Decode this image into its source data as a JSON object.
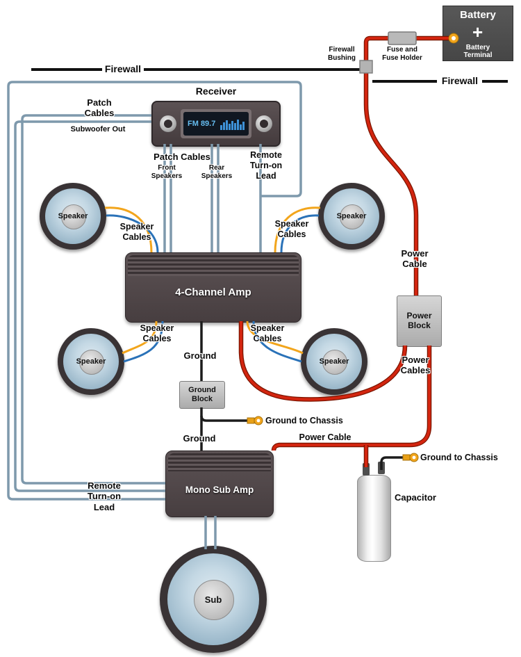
{
  "colors": {
    "wire_steel": "#7e99ac",
    "wire_yellow": "#f2a51c",
    "wire_blue": "#2a72b8",
    "wire_red": "#d3250f",
    "component_dark": "#4e4547",
    "block_gray": "#bebebe"
  },
  "battery": {
    "title": "Battery",
    "plus": "+",
    "terminal_label": "Battery\nTerminal"
  },
  "fuse": {
    "label": "Fuse and\nFuse Holder"
  },
  "firewall": {
    "left": "Firewall",
    "right": "Firewall",
    "bushing": "Firewall\nBushing"
  },
  "receiver": {
    "title": "Receiver",
    "display": "FM 89.7",
    "spectrum_bars": [
      7,
      11,
      14,
      9,
      13,
      10,
      15,
      8,
      12
    ],
    "patch_left_label": "Patch\nCables",
    "subwoofer_out": "Subwoofer Out"
  },
  "patch_center": {
    "label": "Patch Cables",
    "front": "Front\nSpeakers",
    "rear": "Rear\nSpeakers"
  },
  "remote_top": "Remote\nTurn-on\nLead",
  "remote_bottom": "Remote\nTurn-on\nLead",
  "speakers": [
    {
      "label": "Speaker"
    },
    {
      "label": "Speaker"
    },
    {
      "label": "Speaker"
    },
    {
      "label": "Speaker"
    }
  ],
  "sub_label": "Sub",
  "speaker_cables": {
    "tl": "Speaker\nCables",
    "tr": "Speaker\nCables",
    "bl": "Speaker\nCables",
    "br": "Speaker\nCables"
  },
  "amp4": "4-Channel Amp",
  "mono_amp": "Mono Sub Amp",
  "power": {
    "cable": "Power\nCable",
    "block": "Power\nBlock",
    "cables": "Power\nCables",
    "cable_mono": "Power Cable"
  },
  "ground": {
    "g1": "Ground",
    "block": "Ground\nBlock",
    "chassis1": "Ground to Chassis",
    "g2": "Ground",
    "chassis2": "Ground to Chassis"
  },
  "capacitor_label": "Capacitor"
}
